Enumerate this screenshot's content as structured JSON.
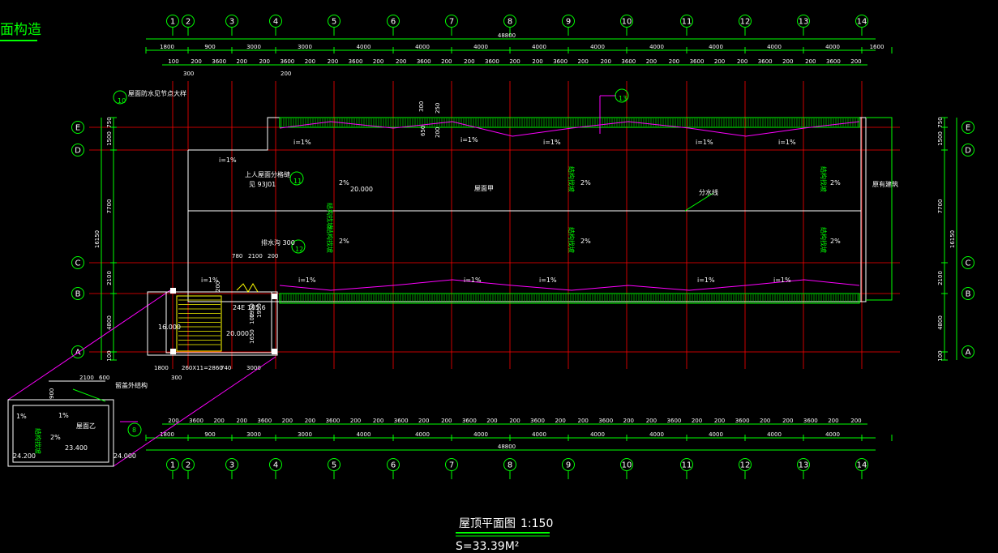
{
  "header_title": "面构造",
  "grid_top": {
    "columns": [
      "1",
      "2",
      "3",
      "4",
      "5",
      "6",
      "7",
      "8",
      "9",
      "10",
      "11",
      "12",
      "13",
      "14"
    ],
    "total": "48800",
    "row1": [
      "1800",
      "900",
      "3000",
      "3000",
      "4000",
      "4000",
      "4000",
      "4000",
      "4000",
      "4000",
      "4000",
      "4000",
      "4000",
      "1600"
    ],
    "row2": [
      "100",
      "200",
      "3600",
      "200",
      "200",
      "3600",
      "200",
      "200",
      "3600",
      "200",
      "200",
      "3600",
      "200",
      "200",
      "3600",
      "200",
      "200",
      "3600",
      "200",
      "200",
      "3600",
      "200",
      "200",
      "3600",
      "200",
      "200",
      "3600",
      "200",
      "200",
      "3600",
      "200"
    ],
    "row2_extra": [
      "300",
      "200"
    ]
  },
  "grid_bottom": {
    "columns": [
      "1",
      "2",
      "3",
      "4",
      "5",
      "6",
      "7",
      "8",
      "9",
      "10",
      "11",
      "12",
      "13",
      "14"
    ],
    "total": "48800",
    "row1": [
      "1800",
      "900",
      "3000",
      "3000",
      "4000",
      "4000",
      "4000",
      "4000",
      "4000",
      "4000",
      "4000",
      "4000",
      "4000"
    ],
    "row2": [
      "200",
      "3600",
      "200",
      "200",
      "3600",
      "200",
      "200",
      "3600",
      "200",
      "200",
      "3600",
      "200",
      "200",
      "3600",
      "200",
      "200",
      "3600",
      "200",
      "200",
      "3600",
      "200",
      "200",
      "3600",
      "200",
      "200",
      "3600",
      "200",
      "200",
      "3600",
      "200",
      "200"
    ]
  },
  "rows": {
    "left": [
      "E",
      "D",
      "C",
      "B",
      "A"
    ],
    "right": [
      "E",
      "D",
      "C",
      "B",
      "A"
    ],
    "left_dims": [
      "750",
      "1500",
      "7700",
      "2100",
      "4800",
      "100"
    ],
    "left_total": "16150",
    "right_dims": [
      "750",
      "1500",
      "7700",
      "2100",
      "4800",
      "100"
    ],
    "right_total": "16150"
  },
  "annotations": {
    "roof_main": "屋面甲",
    "divide_line": "分水线",
    "upper_roof": "上人屋面分格缝",
    "ref_93j01": "见 93J01",
    "gutter": "排水沟 300",
    "existing": "原有建筑",
    "gutter_seams": [
      "结构找坡",
      "结构找坡",
      "结构找坡",
      "结构找坡",
      "结构找坡",
      "结构找坡"
    ],
    "slopes_pct": [
      "2%",
      "2%",
      "2%",
      "2%",
      "2%",
      "2%"
    ],
    "slopes_i": [
      "i=1%",
      "i=1%",
      "i=1%",
      "i=1%",
      "i=1%",
      "i=1%",
      "i=1%",
      "i=1%",
      "i=1%",
      "i=1%",
      "i=1%",
      "i=1%"
    ],
    "elev_1": "20.000",
    "elev_2": "16.000",
    "elev_3": "20.000",
    "detail_note": "屋面防水见节点大样",
    "stair_dims": [
      "780",
      "2100",
      "200"
    ],
    "stair_bottom_dims": [
      "1800",
      "260X11=2860",
      "740",
      "3000"
    ],
    "stair_300": "300",
    "stair_vert": [
      "200",
      "1950",
      "1950",
      "100",
      "1650"
    ],
    "top_dims_small": [
      "300",
      "650",
      "250",
      "200"
    ],
    "elev_tag": "24E 185.6",
    "callout_10": "10",
    "callout_11": "11",
    "callout_12": "12",
    "callout_13": "13"
  },
  "inset": {
    "title": "屋面乙",
    "top_dims": [
      "2100",
      "600"
    ],
    "side_dim": "900",
    "note": "留盖外结构",
    "seam": "结构找坡",
    "slopes": [
      "1%",
      "1%",
      "2%"
    ],
    "elev_a": "23.400",
    "elev_b": "24.200",
    "elev_c": "24.000",
    "callout": "8"
  },
  "footer": {
    "title": "屋顶平面图",
    "scale": "1:150",
    "area": "S=33.39M²"
  },
  "colors": {
    "green": "#00ff00",
    "red": "#ff0000",
    "magenta": "#ff00ff",
    "white": "#ffffff",
    "yellow": "#ffff00",
    "cyan": "#00ffff"
  }
}
